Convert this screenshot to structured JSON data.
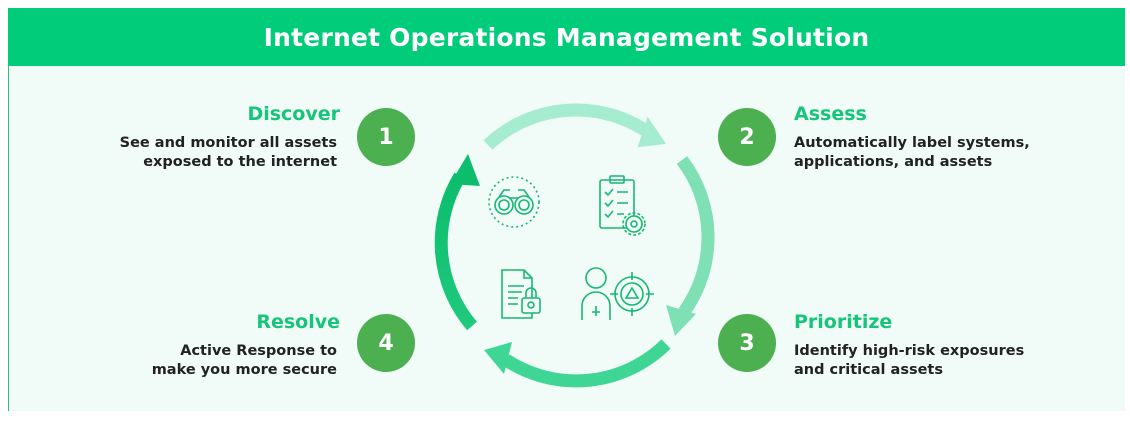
{
  "header": {
    "title": "Internet Operations Management Solution"
  },
  "steps": [
    {
      "number": "1",
      "title": "Discover",
      "desc_line1": "See and monitor all assets",
      "desc_line2": "exposed to the internet",
      "icon": "binoculars-icon"
    },
    {
      "number": "2",
      "title": "Assess",
      "desc_line1": "Automatically label systems,",
      "desc_line2": "applications, and assets",
      "icon": "checklist-icon"
    },
    {
      "number": "3",
      "title": "Prioritize",
      "desc_line1": "Identify high-risk exposures",
      "desc_line2": "and critical assets",
      "icon": "target-person-icon"
    },
    {
      "number": "4",
      "title": "Resolve",
      "desc_line1": "Active Response to",
      "desc_line2": "make you more secure",
      "icon": "document-lock-icon"
    }
  ],
  "colors": {
    "banner": "#00cc7a",
    "accent": "#16c47a",
    "badge": "#4caf50",
    "background": "#f1fbf7"
  }
}
